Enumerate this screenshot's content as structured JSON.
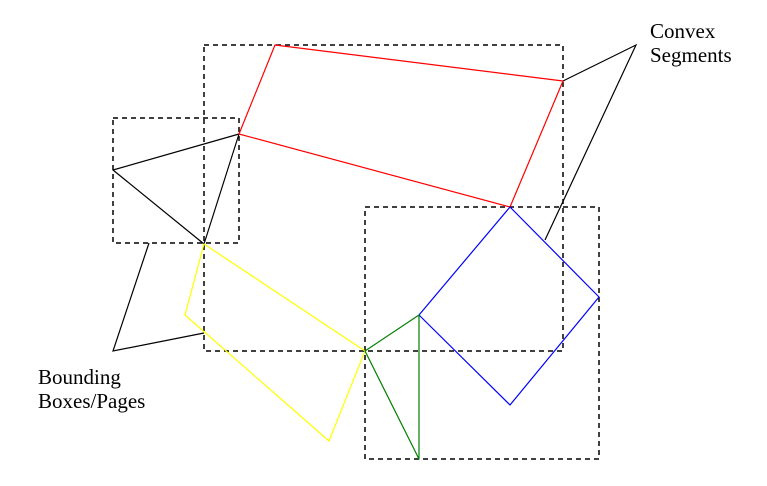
{
  "colors": {
    "background": "#ffffff",
    "box": "#000000",
    "pointer": "#000000",
    "segments": {
      "black": "#000000",
      "red": "#ff0000",
      "yellow": "#ffff00",
      "blue": "#0000ff",
      "green": "#008000"
    }
  },
  "labels": {
    "convex_segments": [
      "Convex",
      "Segments"
    ],
    "bounding_boxes": [
      "Bounding",
      "Boxes/Pages"
    ]
  }
}
